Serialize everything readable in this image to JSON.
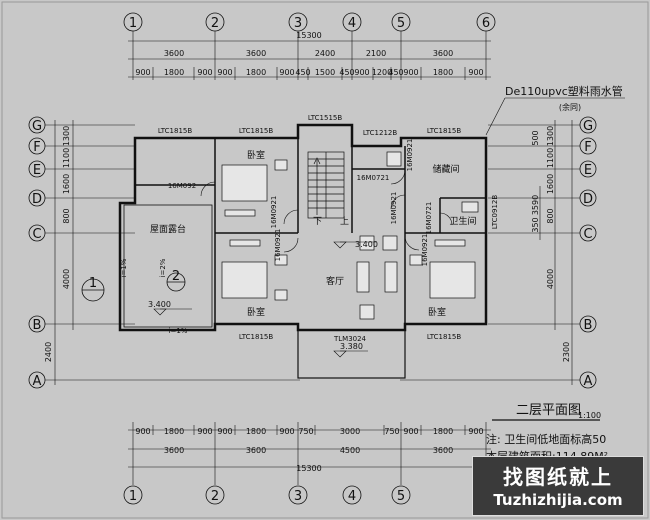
{
  "axes_top": [
    "1",
    "2",
    "3",
    "4",
    "5",
    "6"
  ],
  "axes_bottom": [
    "1",
    "2",
    "3",
    "4",
    "5"
  ],
  "axes_left": [
    "G",
    "F",
    "E",
    "D",
    "C",
    "B",
    "A"
  ],
  "axes_right": [
    "G",
    "F",
    "E",
    "D",
    "C",
    "B",
    "A"
  ],
  "top_total": "15300",
  "top_bays": [
    "3600",
    "3600",
    "2400",
    "2100",
    "3600"
  ],
  "top_subdims": [
    "900",
    "1800",
    "900",
    "900",
    "1800",
    "900",
    "450",
    "1500",
    "450",
    "900",
    "1200",
    "450",
    "900",
    "1800",
    "900"
  ],
  "bottom_subdims": [
    "900",
    "1800",
    "900",
    "900",
    "1800",
    "900",
    "750",
    "3000",
    "750",
    "900",
    "1800",
    "900"
  ],
  "bottom_bays": [
    "3600",
    "3600",
    "4500",
    "3600"
  ],
  "bottom_total": "15300",
  "left_dims": [
    "1300",
    "1100",
    "1600",
    "800",
    "4000",
    "2400"
  ],
  "right_dims": [
    "1300",
    "1100",
    "1600",
    "800",
    "4000",
    "2300"
  ],
  "right_small": [
    "500",
    "3590",
    "350"
  ],
  "labels": {
    "pipe_note": "De110upvc塑料雨水管",
    "pipe_sub": "(余同)",
    "win_ltc1515b": "LTC1515B",
    "win_ltc1815b_1": "LTC1815B",
    "win_ltc1815b_2": "LTC1815B",
    "win_ltc1212b": "LTC1212B",
    "win_ltc1815b_3": "LTC1815B",
    "win_ltc1815b_4": "LTC1815B",
    "win_ltc1815b_5": "LTC1815B",
    "win_ltc0912b": "LTC0912B",
    "door_tlm3024": "TLM3024",
    "door_16m0921_a": "16M0921",
    "door_16m0921_b": "16M0921",
    "door_16m0921_c": "16M0921",
    "door_16m0921_d": "16M0921",
    "door_16m0721_a": "16M0721",
    "door_16m0721_b": "16M0721",
    "door_16m0921_e": "16M0921",
    "door_16m092": "16M092",
    "elev_main": "3.400",
    "elev_terrace": "3.400",
    "elev_balcony": "3.380",
    "slope_1": "i=1%",
    "slope_2": "i=2%",
    "slope_3": "i=1%",
    "stair_down": "下",
    "stair_up": "上",
    "callout_1": "1",
    "callout_2": "2"
  },
  "rooms": {
    "bedroom_nw": "卧室",
    "bedroom_sw": "卧室",
    "bedroom_se": "卧室",
    "living": "客厅",
    "storage": "储藏间",
    "wc": "卫生间",
    "terrace": "屋面露台"
  },
  "title": "二层平面图",
  "scale": "1:100",
  "note_line1": "注: 卫生间低地面标高50",
  "note_line2": "本层建筑面积:114.89M²",
  "watermark_cn": "找图纸就上",
  "watermark_url": "Tuzhizhijia.com"
}
